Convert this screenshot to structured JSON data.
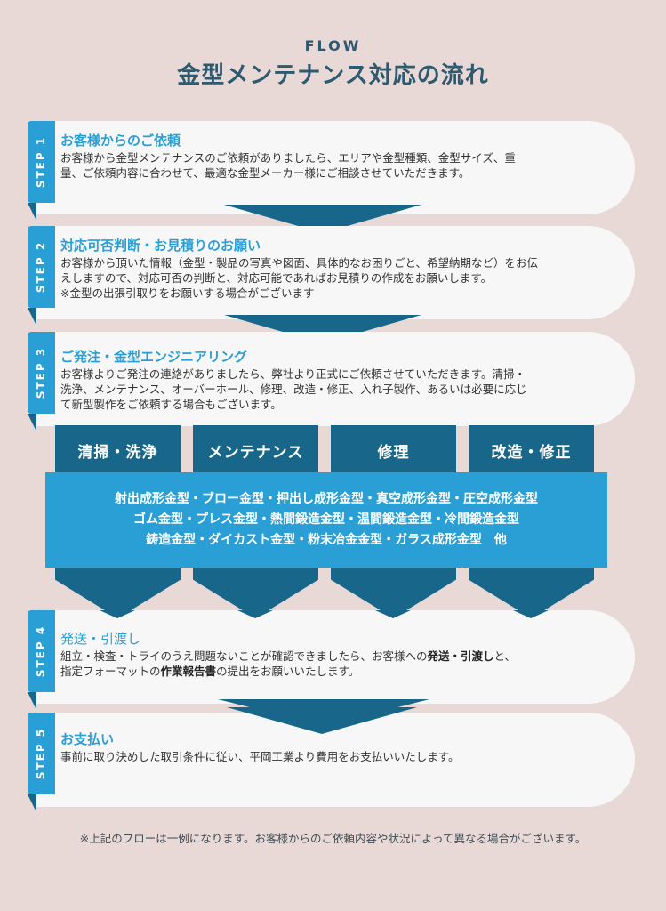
{
  "header": {
    "eyebrow": "FLOW",
    "title": "金型メンテナンス対応の流れ"
  },
  "colors": {
    "background": "#e8d9d6",
    "card": "#f7f7f7",
    "accent_blue": "#2a9fd6",
    "dark_teal": "#18678a",
    "title_color": "#2e5a70"
  },
  "steps": [
    {
      "tab": "STEP 1",
      "heading": "お客様からのご依頼",
      "lines": [
        "お客様から金型メンテナンスのご依頼がありましたら、エリアや金型種類、金型サイズ、重",
        "量、ご依頼内容に合わせて、最適な金型メーカー様にご相談させていただきます。"
      ]
    },
    {
      "tab": "STEP 2",
      "heading": "対応可否判断・お見積りのお願い",
      "lines": [
        "お客様から頂いた情報（金型・製品の写真や図面、具体的なお困りごと、希望納期など）をお伝",
        "えしますので、対応可否の判断と、対応可能であればお見積りの作成をお願いします。",
        "※金型の出張引取りをお願いする場合がございます"
      ]
    },
    {
      "tab": "STEP 3",
      "heading": "ご発注・金型エンジニアリング",
      "lines": [
        "お客様よりご発注の連絡がありましたら、弊社より正式にご依頼させていただきます。清掃・",
        "洗浄、メンテナンス、オーバーホール、修理、改造・修正、入れ子製作、あるいは必要に応じ",
        "て新型製作をご依頼する場合もございます。"
      ]
    },
    {
      "tab": "STEP 4",
      "heading": "発送・引渡し",
      "line1_pre": "組立・検査・トライのうえ問題ないことが確認できましたら、お客様への",
      "line1_bold": "発送・引渡し",
      "line1_post": "と、",
      "line2_pre": "指定フォーマットの",
      "line2_bold": "作業報告書",
      "line2_post": "の提出をお願いいたします。"
    },
    {
      "tab": "STEP 5",
      "heading": "お支払い",
      "lines": [
        "事前に取り決めした取引条件に従い、平岡工業より費用をお支払いいたします。"
      ]
    }
  ],
  "services": [
    "清掃・洗浄",
    "メンテナンス",
    "修理",
    "改造・修正"
  ],
  "mold_types": [
    "射出成形金型・ブロー金型・押出し成形金型・真空成形金型・圧空成形金型",
    "ゴム金型・プレス金型・熱間鍛造金型・温間鍛造金型・冷間鍛造金型",
    "鋳造金型・ダイカスト金型・粉末冶金金型・ガラス成形金型　他"
  ],
  "footnote": "※上記のフローは一例になります。お客様からのご依頼内容や状況によって異なる場合がございます。"
}
